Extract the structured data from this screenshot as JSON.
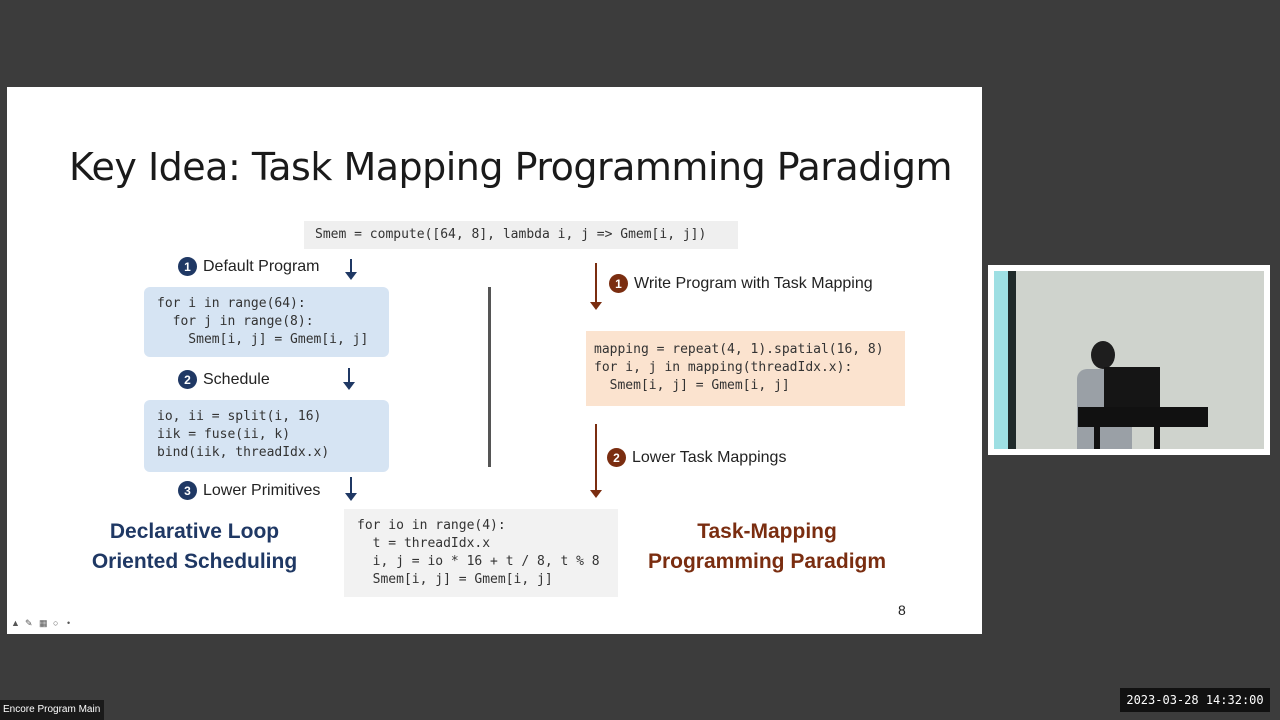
{
  "slide": {
    "title": "Key Idea: Task Mapping Programming Paradigm",
    "top_code": "Smem = compute([64, 8], lambda i, j => Gmem[i, j])",
    "left_steps": [
      {
        "num": "1",
        "label": "Default Program"
      },
      {
        "num": "2",
        "label": "Schedule"
      },
      {
        "num": "3",
        "label": "Lower Primitives"
      }
    ],
    "default_program_code": "for i in range(64):\n  for j in range(8):\n    Smem[i, j] = Gmem[i, j]",
    "schedule_code": "io, ii = split(i, 16)\niik = fuse(ii, k)\nbind(iik, threadIdx.x)",
    "lowered_code": "for io in range(4):\n  t = threadIdx.x\n  i, j = io * 16 + t / 8, t % 8\n  Smem[i, j] = Gmem[i, j]",
    "right_steps": [
      {
        "num": "1",
        "label": "Write Program with Task Mapping"
      },
      {
        "num": "2",
        "label": "Lower Task Mappings"
      }
    ],
    "task_mapping_code": "mapping = repeat(4, 1).spatial(16, 8)\nfor i, j in mapping(threadIdx.x):\n  Smem[i, j] = Gmem[i, j]",
    "left_footer_line1": "Declarative Loop",
    "left_footer_line2": "Oriented Scheduling",
    "right_footer_line1": "Task-Mapping",
    "right_footer_line2": "Programming Paradigm",
    "page_number": "8"
  },
  "overlay": {
    "participant_name": "Encore Program Main",
    "timestamp": "2023-03-28  14:32:00"
  },
  "colors": {
    "navy": "#1f3864",
    "brown": "#7a2d10",
    "blue_box": "#d6e4f3",
    "orange_box": "#fbe3cf"
  },
  "icons": [
    "pointer-icon",
    "pen-icon",
    "grid-icon",
    "zoom-icon",
    "more-icon"
  ]
}
